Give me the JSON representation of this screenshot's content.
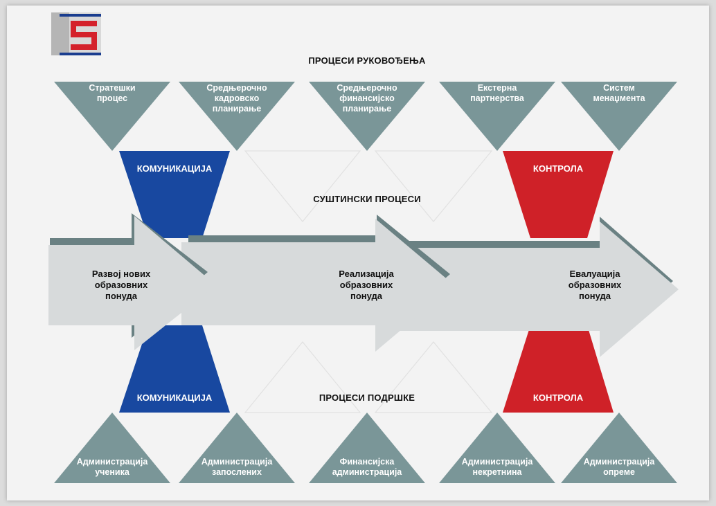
{
  "headings": {
    "management": "ПРОЦЕСИ РУКОВОЂЕЊА",
    "core": "СУШТИНСКИ ПРОЦЕСИ",
    "support": "ПРОЦЕСИ ПОДРШКЕ"
  },
  "management_processes": [
    "Стратешки\nпроцес",
    "Средњерочно\nкадровско\nпланирање",
    "Средњерочно\nфинансијско\nпланирање",
    "Екстерна\nпартнерства",
    "Систем\nменаџмента"
  ],
  "support_processes": [
    "Администрација\nученика",
    "Администрација\nзапослених",
    "Финансијска\nадминистрација",
    "Администрација\nнекретнина",
    "Администрација\nопреме"
  ],
  "core_processes": [
    "Развој нових\nобразовних\nпонуда",
    "Реализација\nобразовних\nпонуда",
    "Евалуација\nобразовних\nпонуда"
  ],
  "bands": {
    "communication": "КОМУНИКАЦИЈА",
    "control": "КОНТРОЛА"
  },
  "colors": {
    "triangle": "#7a9698",
    "communication": "#1848a0",
    "control": "#cf2128",
    "arrow_fill": "#d7dadb",
    "arrow_shadow": "#6a8183"
  }
}
